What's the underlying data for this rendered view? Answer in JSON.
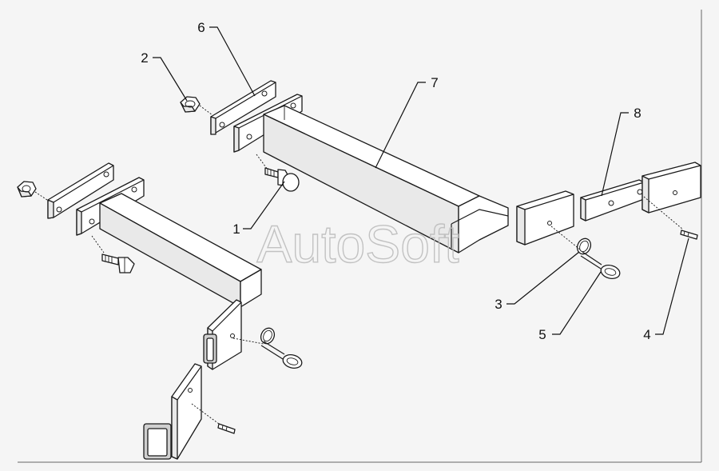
{
  "watermark": "AutoSoft",
  "callouts": [
    {
      "id": "1",
      "label": "1"
    },
    {
      "id": "2",
      "label": "2"
    },
    {
      "id": "3",
      "label": "3"
    },
    {
      "id": "4",
      "label": "4"
    },
    {
      "id": "5",
      "label": "5"
    },
    {
      "id": "6",
      "label": "6"
    },
    {
      "id": "7",
      "label": "7"
    },
    {
      "id": "8",
      "label": "8"
    }
  ]
}
